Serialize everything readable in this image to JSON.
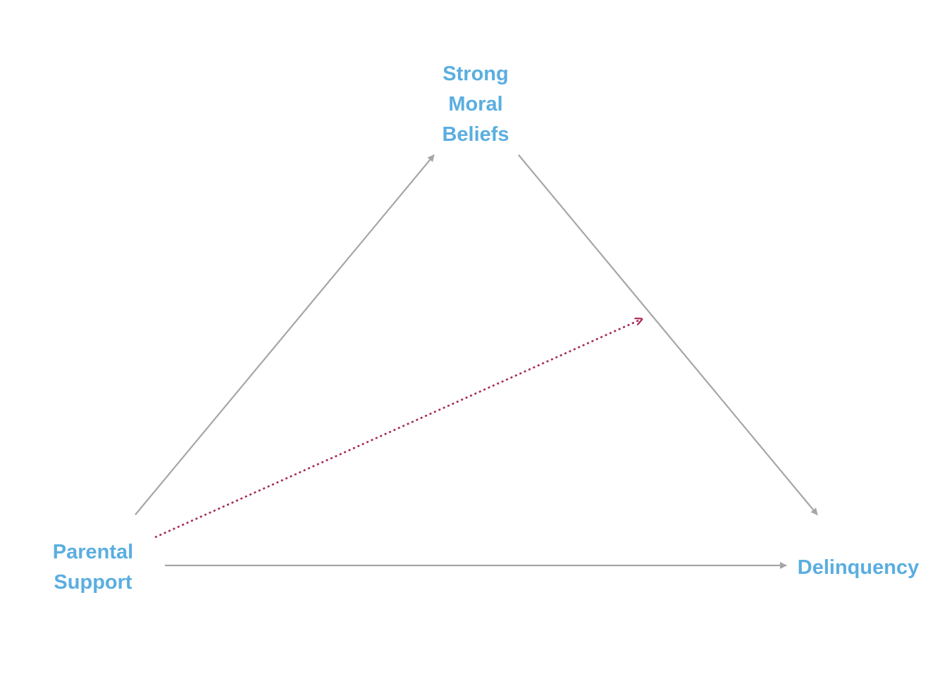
{
  "nodes": {
    "moral_beliefs": {
      "lines": [
        "Strong",
        "Moral",
        "Beliefs"
      ]
    },
    "parental_support": {
      "lines": [
        "Parental",
        "Support"
      ]
    },
    "delinquency": {
      "lines": [
        "Delinquency"
      ]
    }
  },
  "colors": {
    "label": "#5aaee0",
    "arrow": "#a6a6a6",
    "moderation_arrow": "#a3295a"
  },
  "edges": [
    {
      "from": "parental_support",
      "to": "moral_beliefs",
      "style": "solid"
    },
    {
      "from": "moral_beliefs",
      "to": "delinquency",
      "style": "solid"
    },
    {
      "from": "parental_support",
      "to": "delinquency",
      "style": "solid"
    },
    {
      "from": "parental_support",
      "to": "moral_beliefs-delinquency path",
      "style": "dotted"
    }
  ]
}
